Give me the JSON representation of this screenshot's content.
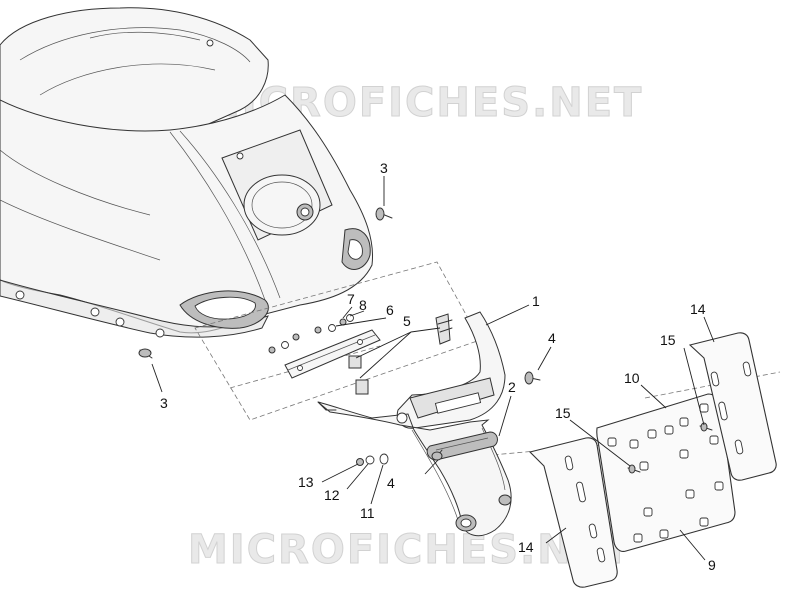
{
  "watermark": {
    "top": "MICROFICHES.NET",
    "bottom": "MICROFICHES.NET"
  },
  "callouts": {
    "c1": "1",
    "c2": "2",
    "c3_top": "3",
    "c3_bottom": "3",
    "c4_right": "4",
    "c4_bottom": "4",
    "c5": "5",
    "c6": "6",
    "c7": "7",
    "c8": "8",
    "c9": "9",
    "c10": "10",
    "c11": "11",
    "c12": "12",
    "c13": "13",
    "c14_right": "14",
    "c14_bottom": "14",
    "c15_right": "15",
    "c15_left": "15"
  }
}
